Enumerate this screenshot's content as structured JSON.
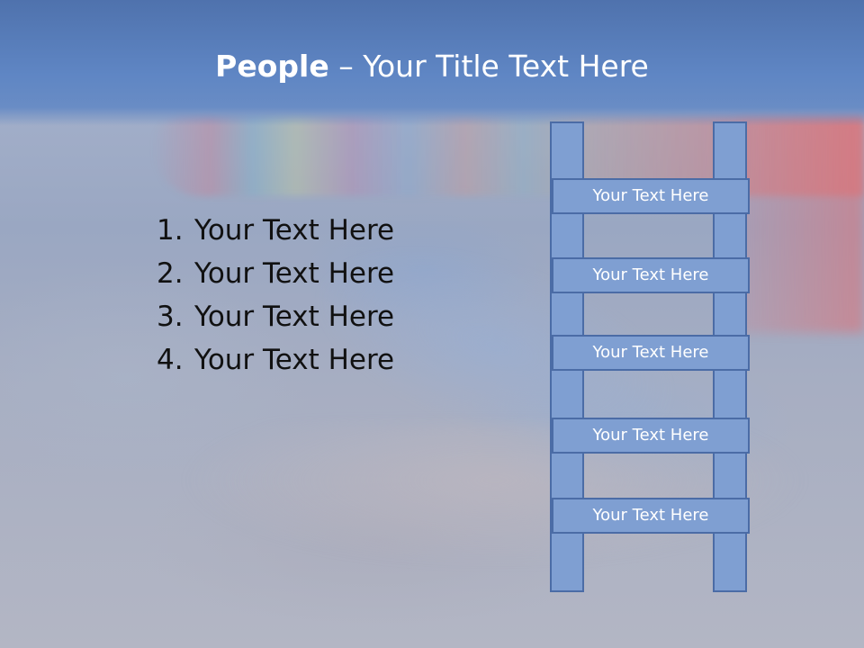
{
  "slide": {
    "title_bold": "People",
    "title_rest": " – Your Title Text Here",
    "list": [
      {
        "number": "1.",
        "text": "Your Text Here"
      },
      {
        "number": "2.",
        "text": "Your Text Here"
      },
      {
        "number": "3.",
        "text": "Your Text Here"
      },
      {
        "number": "4.",
        "text": "Your Text Here"
      }
    ],
    "ladder_steps": [
      "Your Text Here",
      "Your Text Here",
      "Your Text Here",
      "Your Text Here",
      "Your Text Here"
    ]
  },
  "colors": {
    "title_bar": "#5f86c4",
    "ladder_fill": "#7f9fd2",
    "ladder_border": "#4b6ca6",
    "title_text": "#ffffff",
    "body_text": "#111111"
  }
}
